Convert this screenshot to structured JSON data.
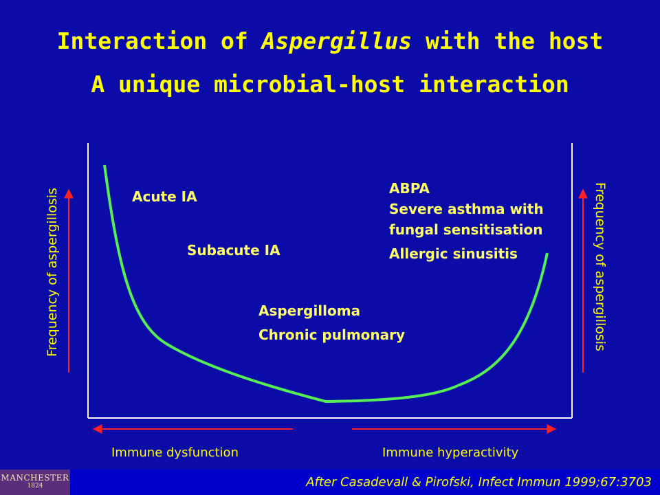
{
  "title": {
    "line1_pre": "Interaction of ",
    "line1_em": "Aspergillus",
    "line1_post": " with the host",
    "line2": "A unique microbial-host interaction"
  },
  "axes": {
    "left_label": "Frequency of aspergillosis",
    "right_label": "Frequency of aspergillosis",
    "x_left_label": "Immune dysfunction",
    "x_right_label": "Immune hyperactivity"
  },
  "annotations": {
    "acute": "Acute IA",
    "subacute": "Subacute IA",
    "aspergilloma": "Aspergilloma",
    "chronic": "Chronic pulmonary",
    "abpa": "ABPA",
    "asthma": "Severe asthma with",
    "fungal": "fungal sensitisation",
    "sinusitis": "Allergic sinusitis"
  },
  "citation": "After Casadevall & Pirofski, Infect Immun 1999;67:3703",
  "logo": {
    "name": "MANCHESTER",
    "year": "1824"
  },
  "colors": {
    "background": "#0b0ba8",
    "curve": "#55ee55",
    "arrows": "#ff2222",
    "text": "#ffff00"
  }
}
